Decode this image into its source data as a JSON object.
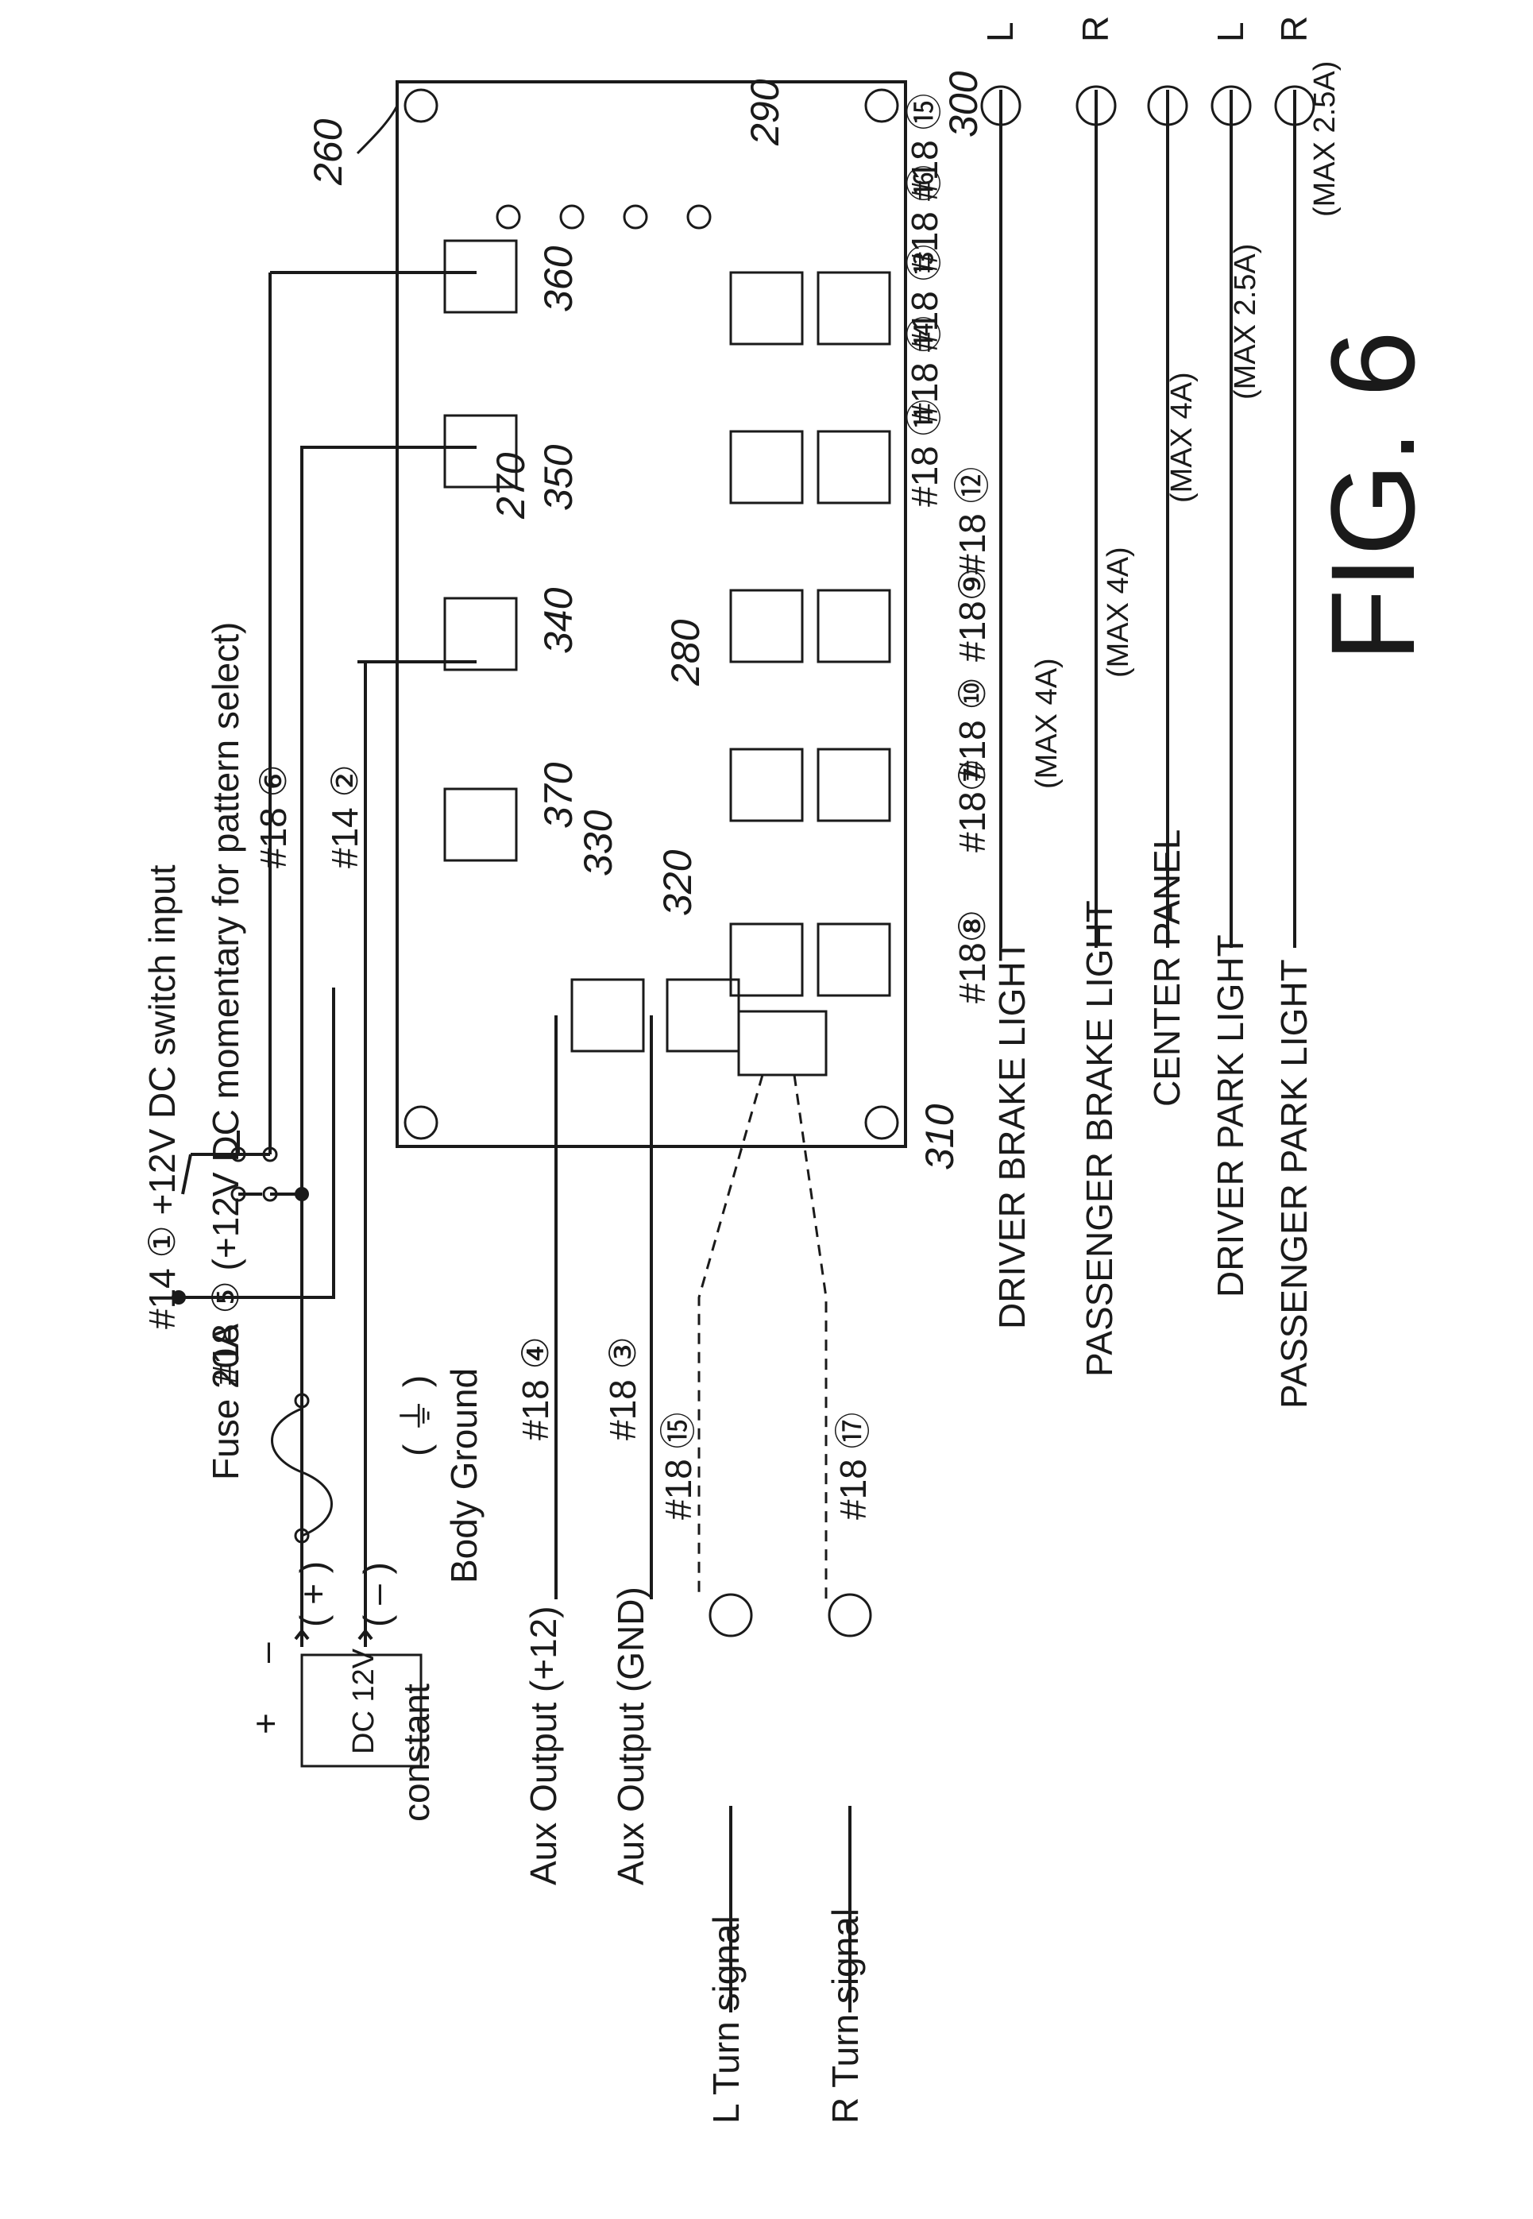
{
  "figure_label": "FIG. 6",
  "refs": {
    "r260": "260",
    "r270": "270",
    "r280": "280",
    "r290": "290",
    "r300": "300",
    "r310": "310",
    "r320": "320",
    "r330": "330",
    "r340": "340",
    "r350": "350",
    "r360": "360",
    "r370": "370"
  },
  "power": {
    "wire1": "#14 ① +12V DC switch input",
    "wire5": "#18 ⑤ (+12V DC momentary for pattern select)",
    "wire6": "#18 ⑥",
    "wire2": "#14 ②",
    "fuse": "Fuse 20A",
    "battery": "DC 12V",
    "plus": "+",
    "minus": "–",
    "pos": "( + )",
    "neg": "( – )",
    "constant": "constant",
    "body_ground": "Body Ground",
    "ground_symbol": "( ⏚ )"
  },
  "aux": {
    "wire4": "#18 ④",
    "wire3": "#18 ③",
    "out12": "Aux Output (+12)",
    "outgnd": "Aux Output (GND)"
  },
  "turn": {
    "wire15": "#18 ⑮",
    "wire17": "#18 ⑰",
    "left": "L Turn signal",
    "right": "R Turn signal"
  },
  "outputs": [
    {
      "wire": "#18⑧",
      "name": "DRIVER BRAKE LIGHT",
      "side": "L"
    },
    {
      "wire": "#18⑦",
      "name": "PASSENGER BRAKE LIGHT",
      "side": "R"
    },
    {
      "wire": "#18 ⑩",
      "name": "CENTER PANEL",
      "side": ""
    },
    {
      "wire": "#18⑨",
      "name": "DRIVER PARK LIGHT",
      "side": "L"
    },
    {
      "wire": "#18 ⑫",
      "name": "PASSENGER PARK LIGHT",
      "side": "R"
    }
  ],
  "relay_wires": [
    "#18 ⑪",
    "#18 ⑭",
    "#18 ⑬",
    "#18 ⑯",
    "#18 ⑮"
  ],
  "limits": {
    "a": "(MAX 4A)",
    "b": "(MAX 4A)",
    "c": "(MAX 4A)",
    "d": "(MAX 2.5A)",
    "e": "(MAX 2.5A)"
  }
}
